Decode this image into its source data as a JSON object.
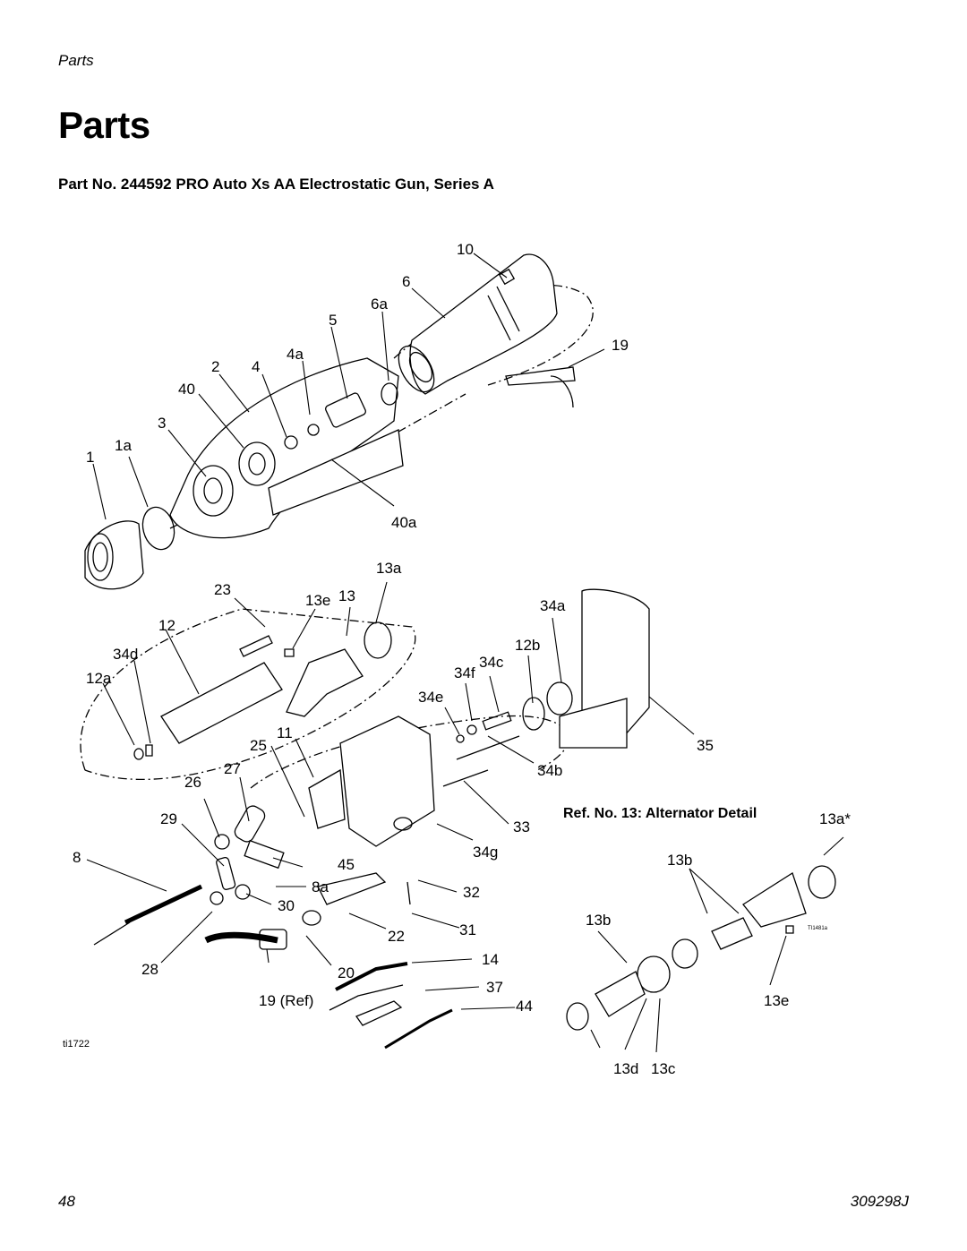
{
  "header": {
    "section": "Parts"
  },
  "title": "Parts",
  "subtitle": "Part No. 244592 PRO Auto Xs AA Electrostatic Gun, Series A",
  "detail_title": "Ref. No. 13: Alternator Detail",
  "figure_ids": {
    "main": "ti1722",
    "detail": "TI1481a"
  },
  "footer": {
    "page": "48",
    "doc": "309298J"
  },
  "callouts": [
    "10",
    "6",
    "6a",
    "5",
    "4a",
    "19",
    "2",
    "4",
    "40",
    "3",
    "1a",
    "1",
    "40a",
    "13a",
    "23",
    "13e",
    "13",
    "34a",
    "12",
    "12b",
    "34d",
    "34f",
    "34c",
    "12a",
    "34e",
    "11",
    "25",
    "35",
    "27",
    "34b",
    "26",
    "13a*",
    "29",
    "33",
    "34g",
    "8",
    "45",
    "13b",
    "8a",
    "32",
    "30",
    "13b",
    "22",
    "31",
    "28",
    "20",
    "14",
    "37",
    "19 (Ref)",
    "44",
    "13e",
    "13d",
    "13c"
  ]
}
